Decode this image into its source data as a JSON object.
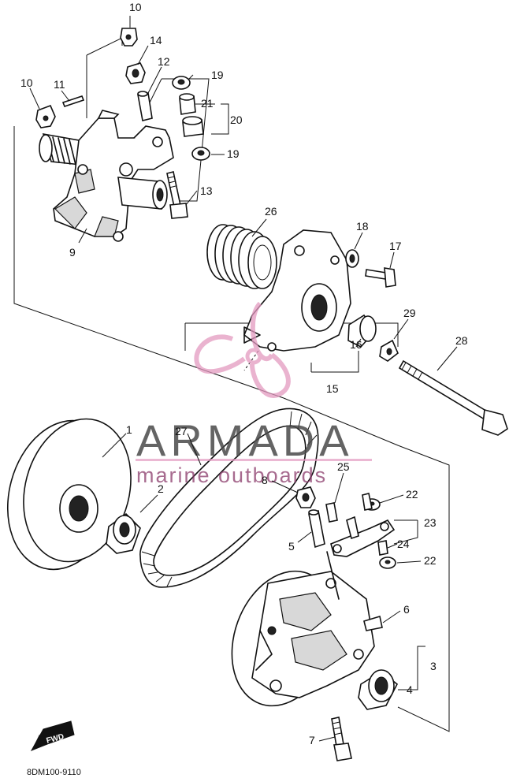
{
  "diagram": {
    "code": "8DM100-9110",
    "fwd_label": "FWD",
    "watermark": {
      "brand": "ARMADA",
      "tagline": "marine outboards",
      "logo_color": "#e39ac0"
    },
    "callouts": {
      "c1": "1",
      "c2": "2",
      "c3": "3",
      "c4": "4",
      "c5": "5",
      "c6": "6",
      "c7": "7",
      "c8": "8",
      "c9": "9",
      "c10a": "10",
      "c10b": "10",
      "c11": "11",
      "c12": "12",
      "c13": "13",
      "c14": "14",
      "c15": "15",
      "c16": "16",
      "c17": "17",
      "c18": "18",
      "c19a": "19",
      "c19b": "19",
      "c20": "20",
      "c21": "21",
      "c22a": "22",
      "c22b": "22",
      "c23": "23",
      "c24": "24",
      "c25": "25",
      "c26": "26",
      "c27": "27",
      "c28": "28",
      "c29": "29"
    }
  }
}
